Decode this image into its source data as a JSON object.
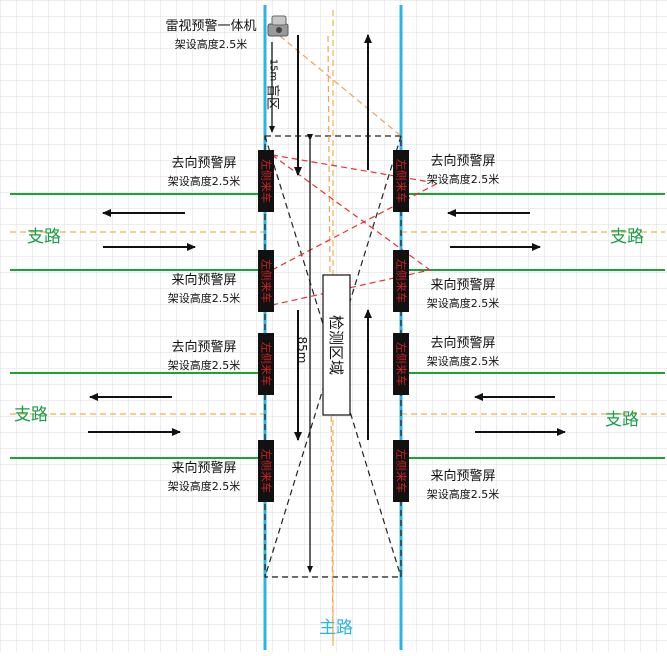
{
  "device": {
    "name": "雷视预警一体机",
    "height": "架设高度2.5米",
    "blind_zone": "盲区",
    "blind_distance": "15m"
  },
  "labels": {
    "outgoing_screen": "去向预警屏",
    "incoming_screen": "来向预警屏",
    "mount_height": "架设高度2.5米",
    "branch_road": "支路",
    "main_road": "主路",
    "detection_zone": "检测区域",
    "detection_length": "85m",
    "screen_text": "左侧来车"
  },
  "colors": {
    "main_road_line": "#29b6e6",
    "branch_road_line": "#1aa33a",
    "center_dash": "#f5b041",
    "road_label": "#1a9c4a",
    "main_label": "#29b6e6",
    "screen_bg": "#111111",
    "screen_text": "#cc2222",
    "red_dash": "#e53030",
    "orange_dash": "#f0a060"
  }
}
